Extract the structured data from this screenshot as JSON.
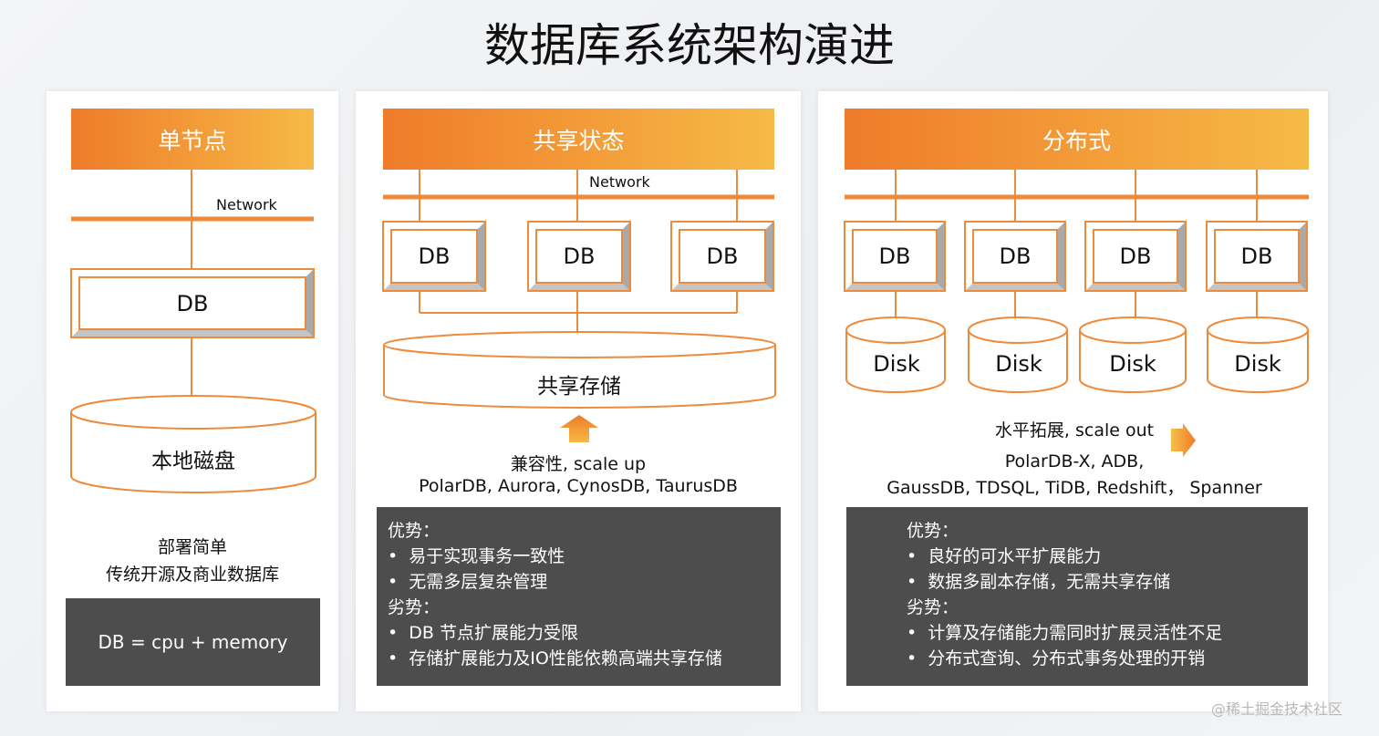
{
  "title": "数据库系统架构演进",
  "colors": {
    "accent": "#ef7b2a",
    "accent_light": "#f6ba46",
    "dark_box": "#4d4d4d"
  },
  "single": {
    "header": "单节点",
    "network": "Network",
    "db": "DB",
    "disk": "本地磁盘",
    "desc": [
      "部署简单",
      "传统开源及商业数据库"
    ],
    "formula": "DB = cpu + memory"
  },
  "shared": {
    "header": "共享状态",
    "network": "Network",
    "db": [
      "DB",
      "DB",
      "DB"
    ],
    "storage": "共享存储",
    "arrow_icon": "up-arrow-icon",
    "caption": "兼容性, scale up",
    "examples": "PolarDB, Aurora, CynosDB, TaurusDB",
    "pros_title": "优势：",
    "pros": [
      "易于实现事务一致性",
      "无需多层复杂管理"
    ],
    "cons_title": "劣势：",
    "cons": [
      "DB 节点扩展能力受限",
      "存储扩展能力及IO性能依赖高端共享存储"
    ]
  },
  "dist": {
    "header": "分布式",
    "db": [
      "DB",
      "DB",
      "DB",
      "DB"
    ],
    "disk": [
      "Disk",
      "Disk",
      "Disk",
      "Disk"
    ],
    "caption": "水平拓展, scale out",
    "arrow_icon": "right-arrow-icon",
    "examples": [
      "PolarDB-X, ADB,",
      "GaussDB, TDSQL, TiDB, Redshift， Spanner"
    ],
    "pros_title": "优势：",
    "pros": [
      "良好的可水平扩展能力",
      "数据多副本存储，无需共享存储"
    ],
    "cons_title": "劣势：",
    "cons": [
      "计算及存储能力需同时扩展灵活性不足",
      "分布式查询、分布式事务处理的开销"
    ]
  },
  "watermark": "@稀土掘金技术社区"
}
